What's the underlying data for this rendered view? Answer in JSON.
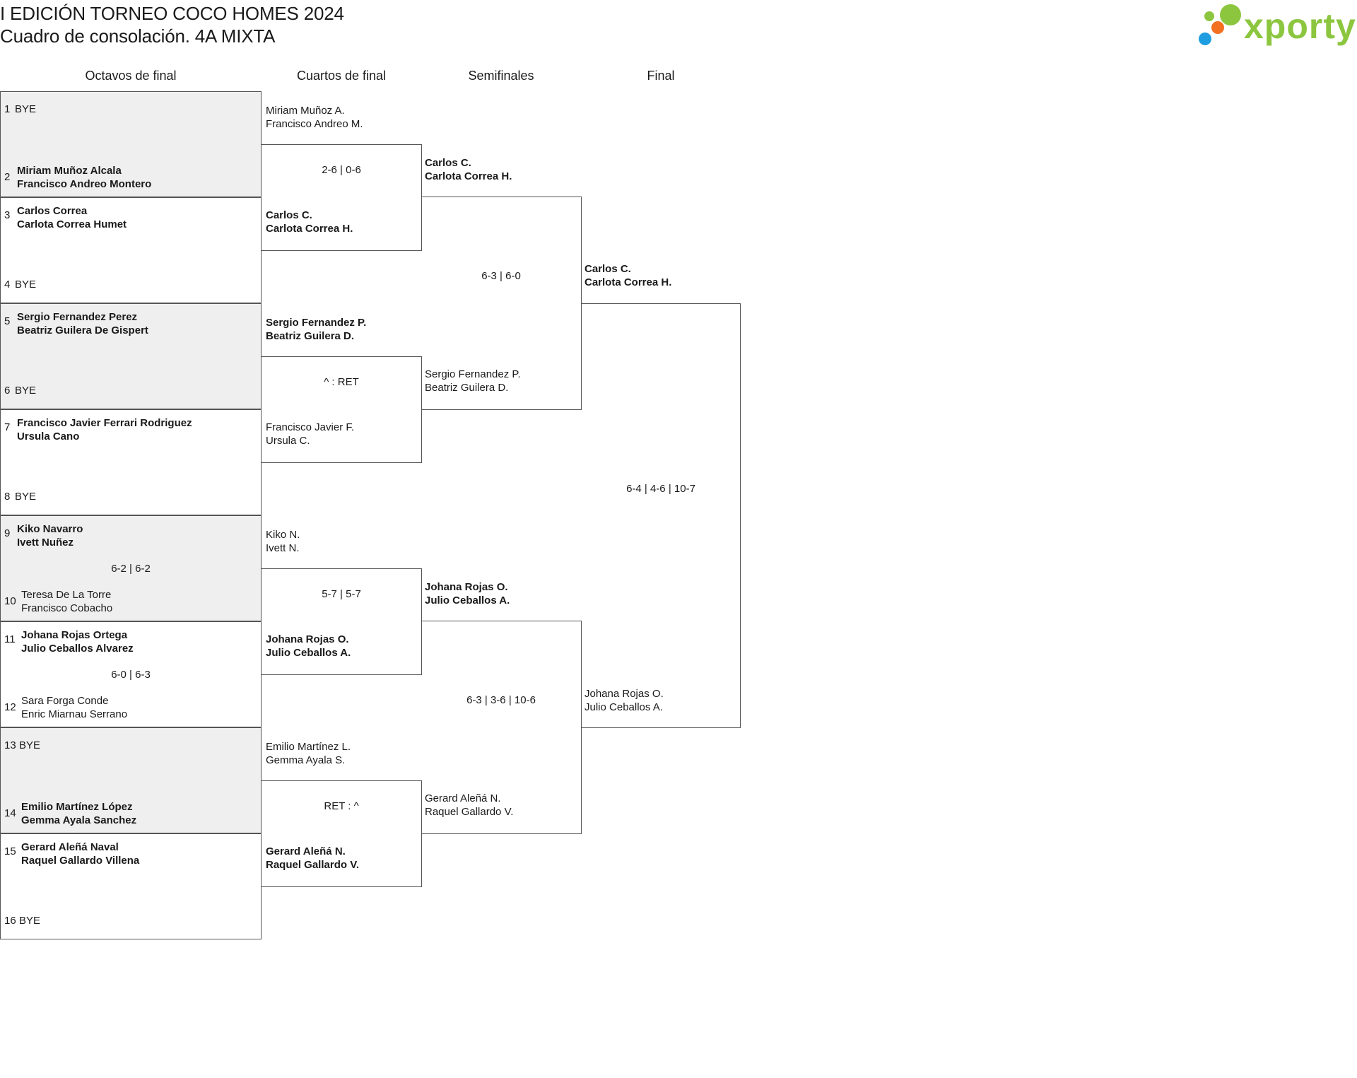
{
  "header": {
    "title": "I EDICIÓN TORNEO COCO HOMES 2024",
    "subtitle": "Cuadro de consolación. 4A MIXTA"
  },
  "logo": {
    "text": "xporty",
    "icon": "xporty-logo-dots",
    "colors": {
      "green": "#8cc63f",
      "orange": "#f37021",
      "blue": "#1e9ee0"
    }
  },
  "rounds": {
    "r16": "Octavos de final",
    "qf": "Cuartos de final",
    "sf": "Semifinales",
    "final": "Final"
  },
  "r16": [
    {
      "top_seed": "1",
      "top": [
        "BYE"
      ],
      "top_bold": false,
      "bottom_seed": "2",
      "bottom": [
        "Miriam Muñoz Alcala",
        "Francisco Andreo Montero"
      ],
      "bottom_bold": true,
      "score": ""
    },
    {
      "top_seed": "3",
      "top": [
        "Carlos Correa",
        "Carlota Correa Humet"
      ],
      "top_bold": true,
      "bottom_seed": "4",
      "bottom": [
        "BYE"
      ],
      "bottom_bold": false,
      "score": ""
    },
    {
      "top_seed": "5",
      "top": [
        "Sergio Fernandez Perez",
        "Beatriz Guilera De Gispert"
      ],
      "top_bold": true,
      "bottom_seed": "6",
      "bottom": [
        "BYE"
      ],
      "bottom_bold": false,
      "score": ""
    },
    {
      "top_seed": "7",
      "top": [
        "Francisco Javier Ferrari Rodriguez",
        "Ursula Cano"
      ],
      "top_bold": true,
      "bottom_seed": "8",
      "bottom": [
        "BYE"
      ],
      "bottom_bold": false,
      "score": ""
    },
    {
      "top_seed": "9",
      "top": [
        "Kiko Navarro",
        "Ivett Nuñez"
      ],
      "top_bold": true,
      "bottom_seed": "10",
      "bottom": [
        "Teresa De La Torre",
        "Francisco Cobacho"
      ],
      "bottom_bold": false,
      "score": "6-2 | 6-2"
    },
    {
      "top_seed": "11",
      "top": [
        "Johana Rojas Ortega",
        "Julio Ceballos Alvarez"
      ],
      "top_bold": true,
      "bottom_seed": "12",
      "bottom": [
        "Sara Forga Conde",
        "Enric Miarnau Serrano"
      ],
      "bottom_bold": false,
      "score": "6-0 | 6-3"
    },
    {
      "top_seed": "13",
      "top": [
        "BYE"
      ],
      "top_bold": false,
      "bottom_seed": "14",
      "bottom": [
        "Emilio Martínez López",
        "Gemma Ayala Sanchez"
      ],
      "bottom_bold": true,
      "score": ""
    },
    {
      "top_seed": "15",
      "top": [
        "Gerard Aleñá Naval",
        "Raquel Gallardo Villena"
      ],
      "top_bold": true,
      "bottom_seed": "16",
      "bottom": [
        "BYE"
      ],
      "bottom_bold": false,
      "score": ""
    }
  ],
  "qf": [
    {
      "top": [
        "Miriam Muñoz A.",
        "Francisco Andreo M."
      ],
      "top_bold": false,
      "bottom": [
        "Carlos C.",
        "Carlota Correa H."
      ],
      "bottom_bold": true,
      "score": "2-6 | 0-6"
    },
    {
      "top": [
        "Sergio Fernandez P.",
        "Beatriz Guilera D."
      ],
      "top_bold": true,
      "bottom": [
        "Francisco Javier F.",
        "Ursula C."
      ],
      "bottom_bold": false,
      "score": "^ : RET"
    },
    {
      "top": [
        "Kiko N.",
        "Ivett N."
      ],
      "top_bold": false,
      "bottom": [
        "Johana Rojas O.",
        "Julio Ceballos A."
      ],
      "bottom_bold": true,
      "score": "5-7 | 5-7"
    },
    {
      "top": [
        "Emilio Martínez L.",
        "Gemma Ayala S."
      ],
      "top_bold": false,
      "bottom": [
        "Gerard Aleñá N.",
        "Raquel Gallardo V."
      ],
      "bottom_bold": true,
      "score": "RET : ^"
    }
  ],
  "sf": [
    {
      "top": [
        "Carlos C.",
        "Carlota Correa H."
      ],
      "top_bold": true,
      "bottom": [
        "Sergio Fernandez P.",
        "Beatriz Guilera D."
      ],
      "bottom_bold": false,
      "score": "6-3 | 6-0"
    },
    {
      "top": [
        "Johana Rojas O.",
        "Julio Ceballos A."
      ],
      "top_bold": true,
      "bottom": [
        "Gerard Aleñá N.",
        "Raquel Gallardo V."
      ],
      "bottom_bold": false,
      "score": "6-3 | 3-6 | 10-6"
    }
  ],
  "final": [
    {
      "top": [
        "Carlos C.",
        "Carlota Correa H."
      ],
      "top_bold": true,
      "bottom": [
        "Johana Rojas O.",
        "Julio Ceballos A."
      ],
      "bottom_bold": false,
      "score": "6-4 | 4-6 | 10-7"
    }
  ]
}
